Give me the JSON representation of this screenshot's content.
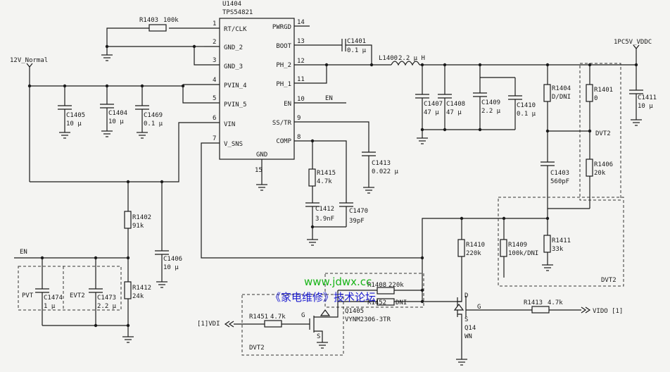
{
  "ic": {
    "ref": "U1404",
    "part": "TPS54821",
    "gnd_label": "GND",
    "gnd_pin": "15",
    "left_pins": [
      {
        "num": "1",
        "name": "RT/CLK"
      },
      {
        "num": "2",
        "name": "GND_2"
      },
      {
        "num": "3",
        "name": "GND_3"
      },
      {
        "num": "4",
        "name": "PVIN_4"
      },
      {
        "num": "5",
        "name": "PVIN_5"
      },
      {
        "num": "6",
        "name": "VIN"
      },
      {
        "num": "7",
        "name": "V_SNS"
      }
    ],
    "right_pins": [
      {
        "num": "14",
        "name": "PWRGD"
      },
      {
        "num": "13",
        "name": "BOOT"
      },
      {
        "num": "12",
        "name": "PH_2"
      },
      {
        "num": "11",
        "name": "PH_1"
      },
      {
        "num": "10",
        "name": "EN"
      },
      {
        "num": "9",
        "name": "SS/TR"
      },
      {
        "num": "8",
        "name": "COMP"
      }
    ]
  },
  "nets": {
    "input": "12V_Normal",
    "output": "1PC5V_VDDC",
    "en_pin10": "EN",
    "en_left": "EN",
    "vdi": "[1]VDI",
    "vido": "VIDO [1]"
  },
  "parts": {
    "R1403": {
      "ref": "R1403",
      "val": "100k"
    },
    "C1405": {
      "ref": "C1405",
      "val": "10 μ"
    },
    "C1404": {
      "ref": "C1404",
      "val": "10 μ"
    },
    "C1469": {
      "ref": "C1469",
      "val": "0.1 μ"
    },
    "C1401": {
      "ref": "C1401",
      "val": "0.1 μ"
    },
    "L1400": {
      "ref": "L1400",
      "val": "2.2 μ H"
    },
    "C1407": {
      "ref": "C1407",
      "val": "47 μ"
    },
    "C1408": {
      "ref": "C1408",
      "val": "47 μ"
    },
    "C1409": {
      "ref": "C1409",
      "val": "2.2 μ"
    },
    "C1410": {
      "ref": "C1410",
      "val": "0.1 μ"
    },
    "R1404": {
      "ref": "R1404",
      "val": "D/DNI"
    },
    "R1401": {
      "ref": "R1401",
      "val": "0"
    },
    "C1411": {
      "ref": "C1411",
      "val": "10 μ"
    },
    "C1413": {
      "ref": "C1413",
      "val": "0.022 μ"
    },
    "R1415": {
      "ref": "R1415",
      "val": "4.7k"
    },
    "C1412": {
      "ref": "C1412",
      "val": "3.9nF"
    },
    "C1470": {
      "ref": "C1470",
      "val": "39pF"
    },
    "C1403": {
      "ref": "C1403",
      "val": "560pF"
    },
    "R1406": {
      "ref": "R1406",
      "val": "20k"
    },
    "R1402": {
      "ref": "R1402",
      "val": "91k"
    },
    "C1406": {
      "ref": "C1406",
      "val": "10 μ"
    },
    "R1412": {
      "ref": "R1412",
      "val": "24k"
    },
    "C1474": {
      "ref": "C1474",
      "val": "1 μ"
    },
    "C1473": {
      "ref": "C1473",
      "val": "2.2 μ"
    },
    "R1410": {
      "ref": "R1410",
      "val": "220k"
    },
    "R1409": {
      "ref": "R1409",
      "val": "100k/DNI"
    },
    "R1411": {
      "ref": "R1411",
      "val": "33k"
    },
    "R1408": {
      "ref": "R1408",
      "val": "220k"
    },
    "R1452": {
      "ref": "R1452",
      "val": "DNI"
    },
    "R1451": {
      "ref": "R1451",
      "val": "4.7k"
    },
    "R1413": {
      "ref": "R1413",
      "val": "4.7k"
    }
  },
  "transistors": {
    "Q1405": {
      "ref": "Q1405",
      "part": "VYNM2306-3TR",
      "g": "G",
      "s": "S"
    },
    "Q14": {
      "ref": "Q14",
      "part": "WN",
      "d": "D",
      "g": "G",
      "s": "S"
    }
  },
  "boxes": {
    "pvt": "PVT",
    "evt2": "EVT2",
    "dvt2_top": "DVT2",
    "dvt2_right": "DVT2",
    "dvt2_q": "DVT2"
  },
  "watermark": {
    "url": "www.jdwx.cc",
    "name": "《家电维修》技术论坛"
  }
}
